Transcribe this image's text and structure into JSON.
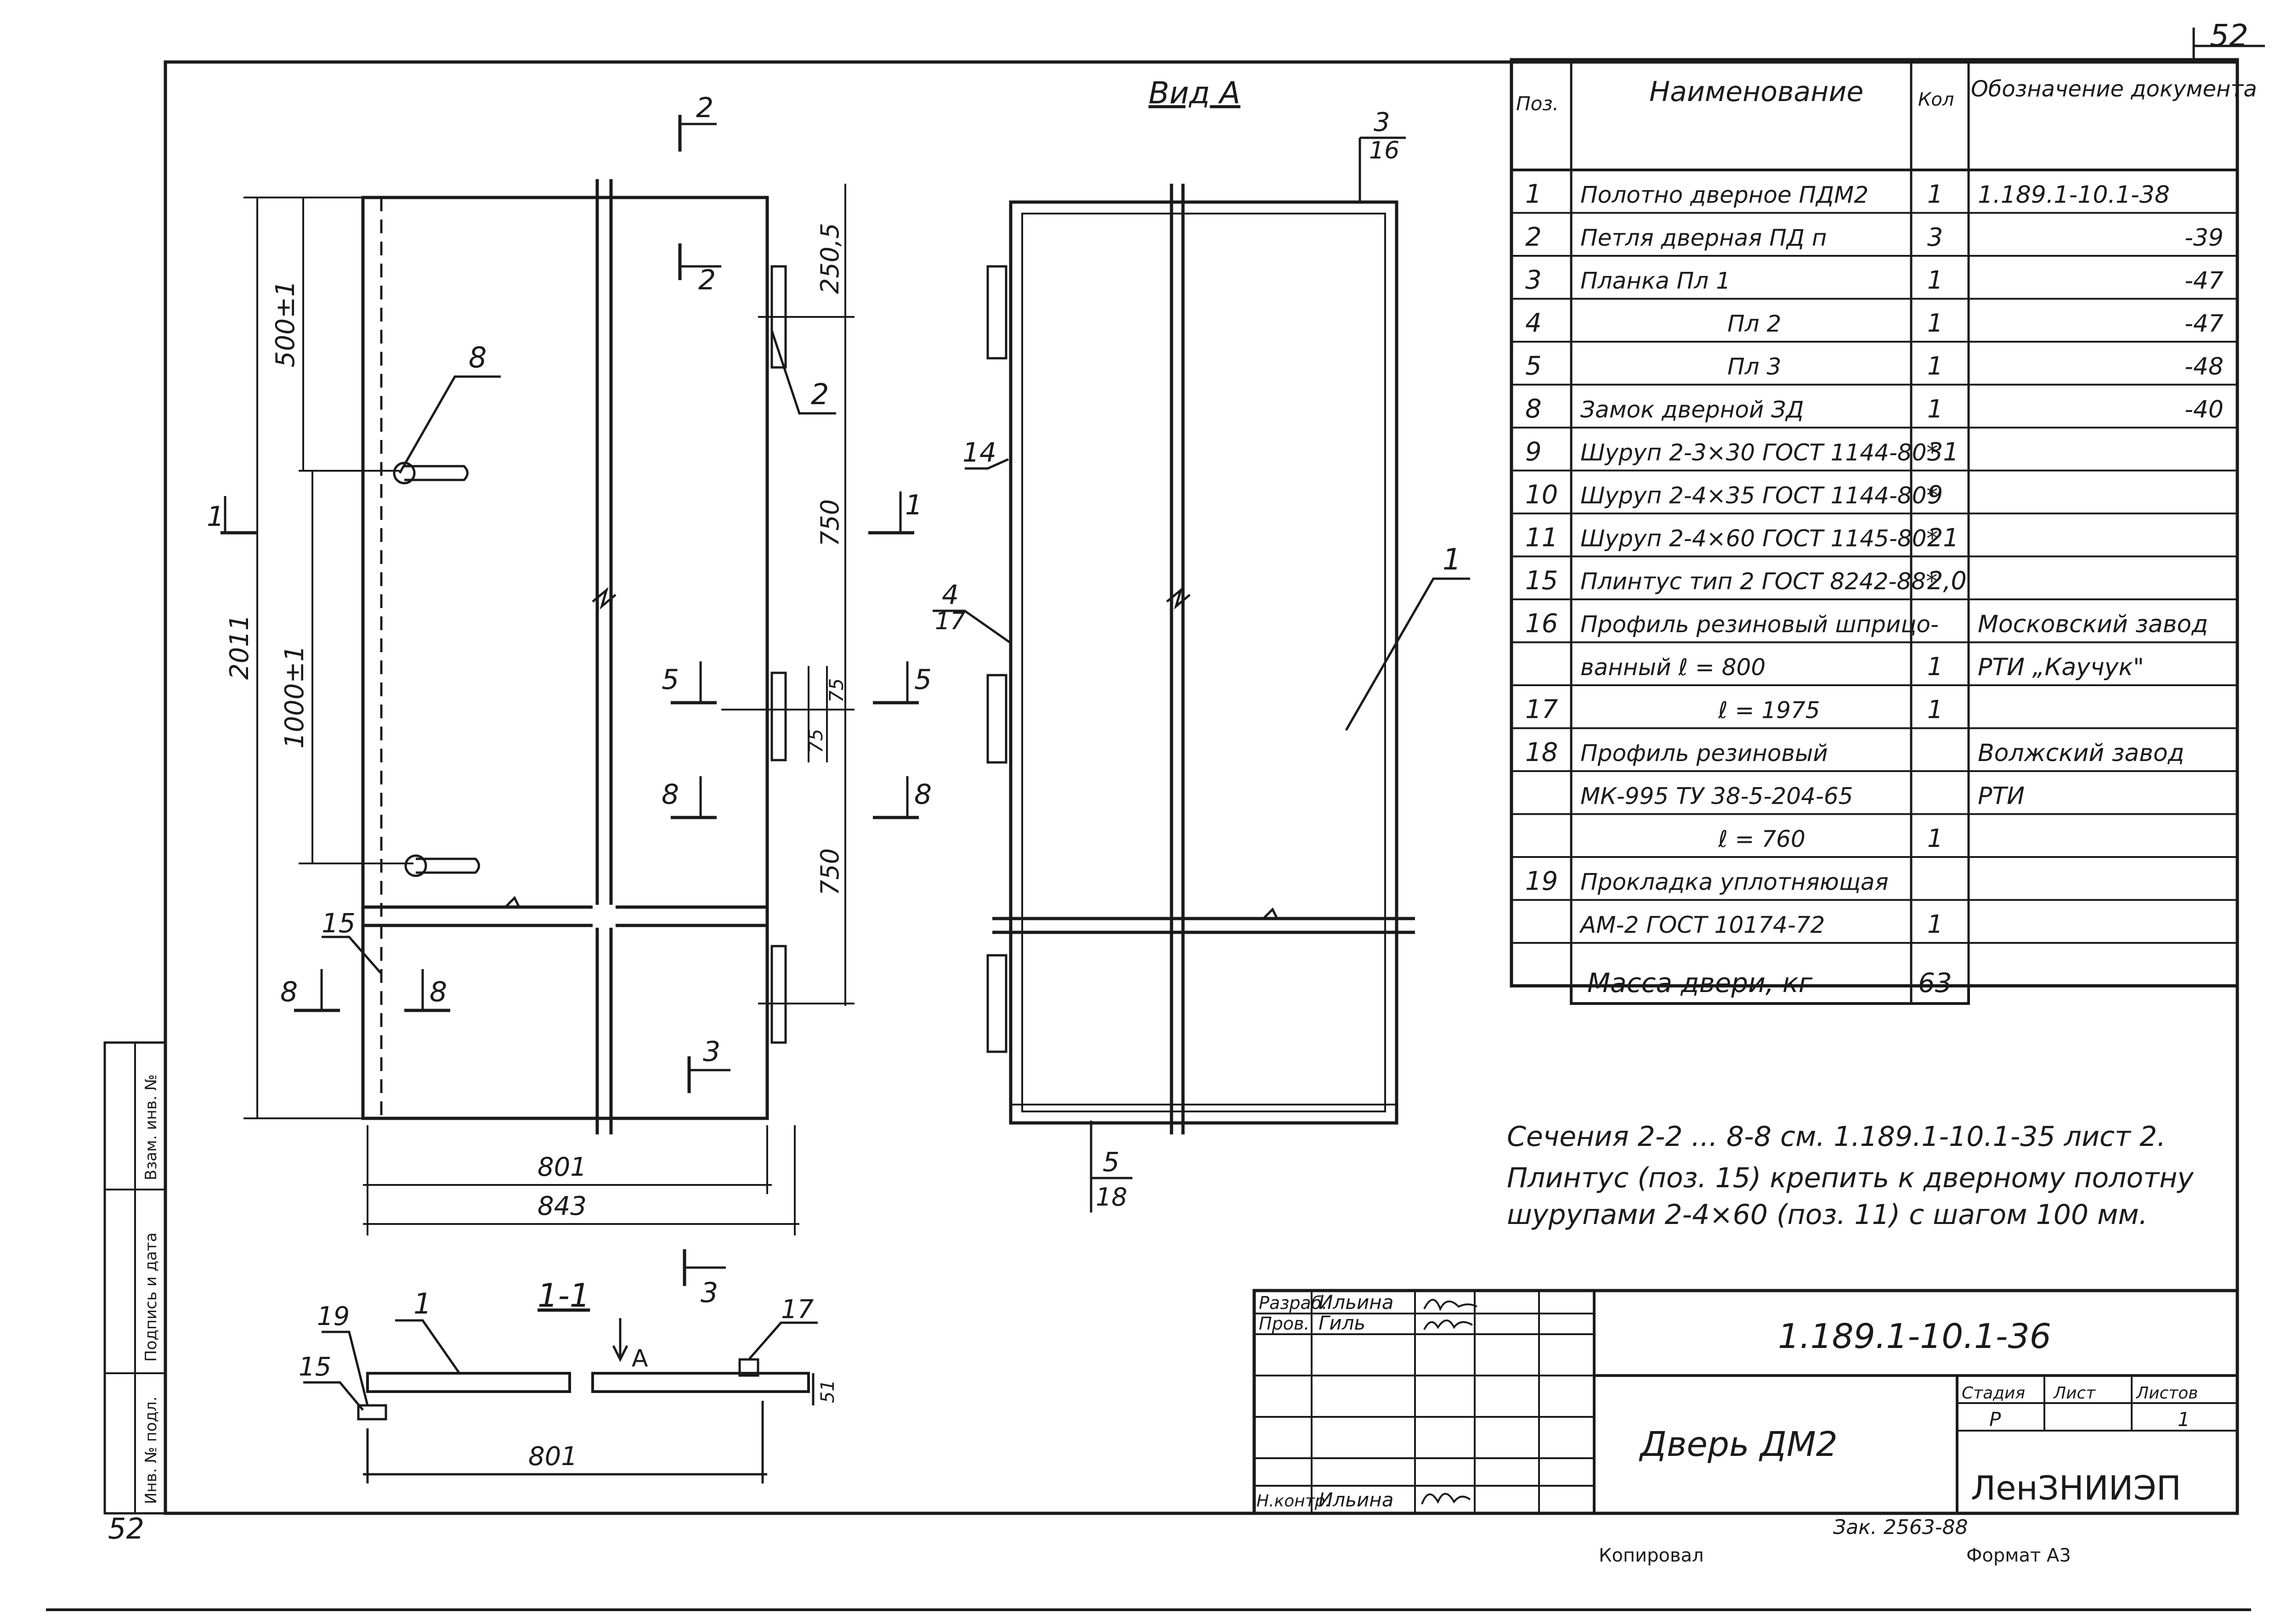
{
  "sheet": {
    "page_number_top": "52",
    "page_number_bottom": "52"
  },
  "drawing": {
    "view_label": "Вид А",
    "door_labels": {
      "h_total": "2011",
      "h_upper": "500±1",
      "h_lower": "1000±1",
      "w_inner": "801",
      "w_outer": "843",
      "hinge_top": "250,5",
      "mid_750a": "750",
      "mid_750b": "750",
      "dim_75a": "75",
      "dim_75b": "75"
    },
    "callouts": {
      "c8": "8",
      "c2": "2",
      "c15": "15",
      "c14": "14",
      "c1": "1",
      "c4": "4",
      "c17": "17",
      "c3": "3",
      "c16": "16",
      "c5": "5",
      "c18": "18"
    },
    "section_marks": {
      "s1": "1",
      "s2": "2",
      "s5": "5",
      "s8": "8",
      "s3": "3"
    },
    "section": {
      "title": "1-1",
      "arrow_label": "А",
      "c19": "19",
      "c1": "1",
      "c17": "17",
      "c15": "15",
      "dim_801": "801",
      "dim_51": "51"
    }
  },
  "spec_table": {
    "headers": [
      "Поз.",
      "Наименование",
      "Кол",
      "Обозначение документа"
    ],
    "rows": [
      [
        "1",
        "Полотно дверное ПДМ2",
        "1",
        "1.189.1-10.1-38"
      ],
      [
        "2",
        "Петля дверная ПД п",
        "3",
        "-39"
      ],
      [
        "3",
        "Планка   Пл 1",
        "1",
        "-47"
      ],
      [
        "4",
        "Пл 2",
        "1",
        "-47"
      ],
      [
        "5",
        "Пл 3",
        "1",
        "-48"
      ],
      [
        "8",
        "Замок дверной ЗД",
        "1",
        "-40"
      ],
      [
        "9",
        "Шуруп 2-3×30 ГОСТ 1144-80*",
        "31",
        ""
      ],
      [
        "10",
        "Шуруп 2-4×35 ГОСТ 1144-80*",
        "9",
        ""
      ],
      [
        "11",
        "Шуруп 2-4×60 ГОСТ 1145-80*",
        "21",
        ""
      ],
      [
        "15",
        "Плинтус тип 2 ГОСТ 8242-88*",
        "2,0",
        ""
      ],
      [
        "16",
        "Профиль резиновый шприцо-",
        "",
        "Московский завод"
      ],
      [
        "",
        "ванный    ℓ = 800",
        "1",
        "РТИ „Каучук\""
      ],
      [
        "17",
        "ℓ = 1975",
        "1",
        ""
      ],
      [
        "18",
        "Профиль резиновый",
        "",
        "Волжский завод"
      ],
      [
        "",
        "МК-995 ТУ 38-5-204-65",
        "",
        "РТИ"
      ],
      [
        "",
        "ℓ = 760",
        "1",
        ""
      ],
      [
        "19",
        "Прокладка уплотняющая",
        "",
        ""
      ],
      [
        "",
        "АМ-2 ГОСТ 10174-72",
        "1",
        ""
      ],
      [
        "",
        "",
        "",
        ""
      ]
    ],
    "mass_label": "Масса двери, кг",
    "mass_value": "63"
  },
  "notes": {
    "line1": "Сечения 2-2 ... 8-8 см. 1.189.1-10.1-35 лист 2.",
    "line2": "Плинтус (поз. 15) крепить к дверному полотну",
    "line3": "шурупами 2-4×60 (поз. 11) с шагом 100 мм."
  },
  "title_block": {
    "roles": [
      {
        "role": "Разраб.",
        "name": "Ильина"
      },
      {
        "role": "Пров.",
        "name": "Гиль"
      },
      {
        "role": "Н.контр.",
        "name": "Ильина"
      }
    ],
    "doc_code": "1.189.1-10.1-36",
    "title": "Дверь ДМ2",
    "stage_label": "Стадия",
    "sheet_label": "Лист",
    "sheets_label": "Листов",
    "stage_value": "Р",
    "sheets_value": "1",
    "organization": "ЛенЗНИИЭП",
    "copied_label": "Копировал",
    "format_label": "Формат А3",
    "order_number": "Зак. 2563-88"
  },
  "side_stamp": {
    "cells": [
      "Взам. инв. №",
      "Подпись и дата",
      "Инв. № подл."
    ]
  }
}
